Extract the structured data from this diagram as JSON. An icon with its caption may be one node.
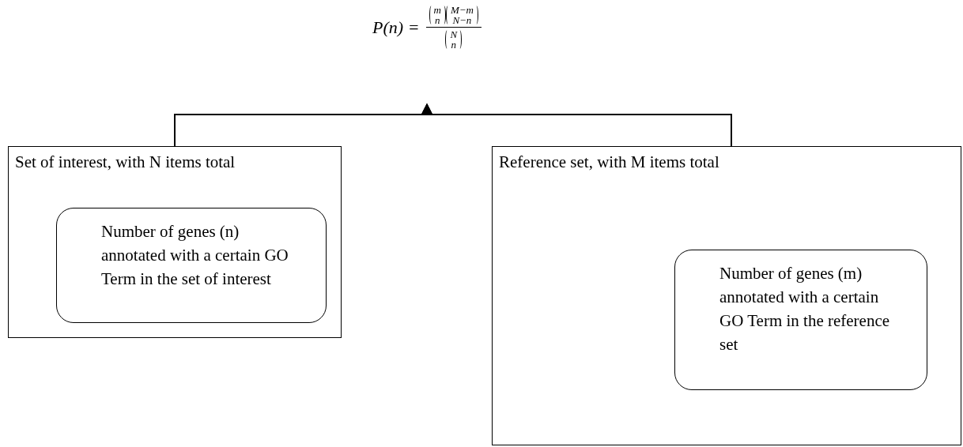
{
  "diagram": {
    "nodes": [
      {
        "text": [
          "P(n) =",
          "m",
          "n",
          "M−m",
          "N−n",
          "N",
          "n"
        ]
      },
      {
        "text": [
          "Set of interest, with N items total"
        ]
      },
      {
        "text": [
          "Number of genes (n) annotated with a certain GO Term in the set of interest"
        ],
        "in": 1
      },
      {
        "text": [
          "Reference set, with M items total"
        ]
      },
      {
        "text": [
          "Number of genes (m) annotated with a certain GO Term in the reference set"
        ],
        "in": 3
      }
    ],
    "edges": [
      {
        "from": 1,
        "to": 0,
        "arrow": "to"
      },
      {
        "from": 3,
        "to": 0,
        "arrow": "to"
      }
    ]
  }
}
